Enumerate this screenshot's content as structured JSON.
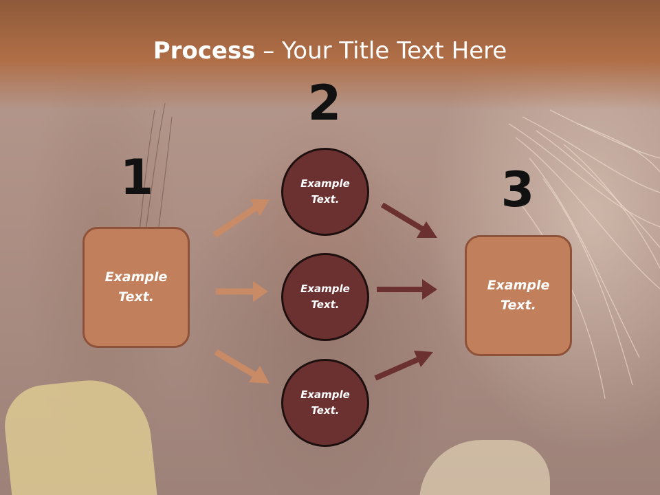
{
  "slide": {
    "title_bold": "Process",
    "title_rest": " – Your Title Text Here"
  },
  "steps": [
    {
      "number": "1",
      "text": "Example Text."
    },
    {
      "number": "2",
      "text": "Example Text."
    },
    {
      "number": "3",
      "text": "Example Text."
    }
  ],
  "circles": [
    {
      "text": "Example Text."
    },
    {
      "text": "Example Text."
    },
    {
      "text": "Example Text."
    }
  ],
  "colors": {
    "header_band": "#b06e47",
    "box_fill": "#c27f5b",
    "circle_fill": "#6b3131",
    "arrow_light": "#c98a66",
    "arrow_dark": "#6b3131"
  }
}
